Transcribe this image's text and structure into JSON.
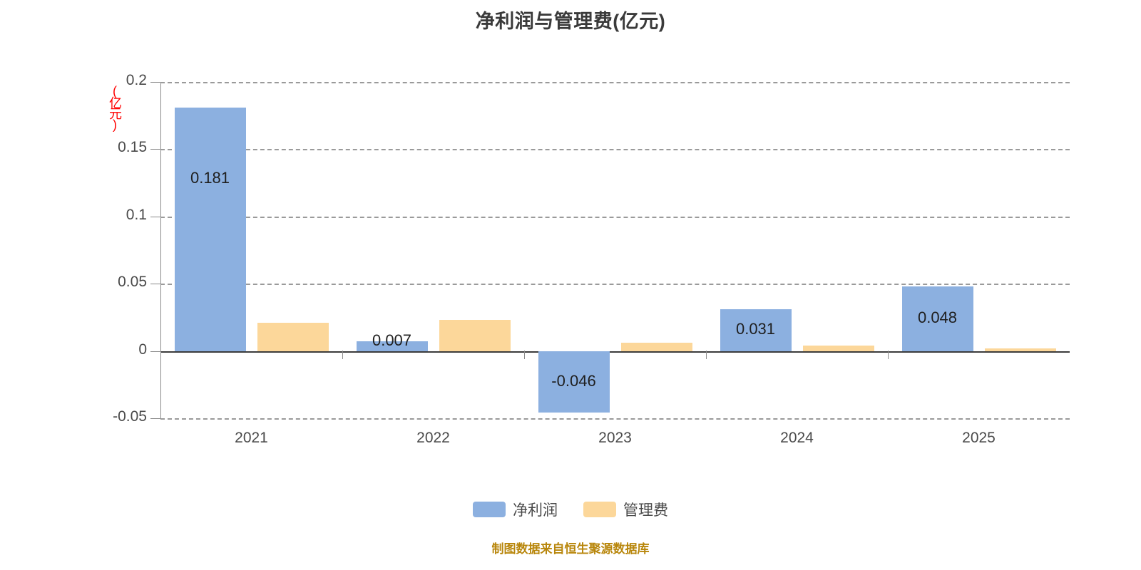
{
  "chart_data": {
    "type": "bar",
    "title": "净利润与管理费(亿元)",
    "xlabel": "",
    "ylabel": "(亿元)",
    "ylim": [
      -0.05,
      0.2
    ],
    "yticks": [
      "0.2",
      "0.15",
      "0.1",
      "0.05",
      "0",
      "-0.05"
    ],
    "ytick_values": [
      0.2,
      0.15,
      0.1,
      0.05,
      0,
      -0.05
    ],
    "grid": true,
    "legend_position": "bottom",
    "categories": [
      "2021",
      "2022",
      "2023",
      "2024",
      "2025"
    ],
    "series": [
      {
        "name": "净利润",
        "color": "#8cb0e0",
        "values": [
          0.181,
          0.007,
          -0.046,
          0.031,
          0.048
        ],
        "labels": [
          "0.181",
          "0.007",
          "-0.046",
          "0.031",
          "0.048"
        ]
      },
      {
        "name": "管理费",
        "color": "#fcd79a",
        "values": [
          0.021,
          0.023,
          0.006,
          0.004,
          0.002
        ],
        "labels": [
          "",
          "",
          "",
          "",
          ""
        ]
      }
    ]
  },
  "legend": {
    "items": [
      {
        "label": "净利润",
        "swatch": "profit"
      },
      {
        "label": "管理费",
        "swatch": "expense"
      }
    ]
  },
  "credit": "制图数据来自恒生聚源数据库"
}
